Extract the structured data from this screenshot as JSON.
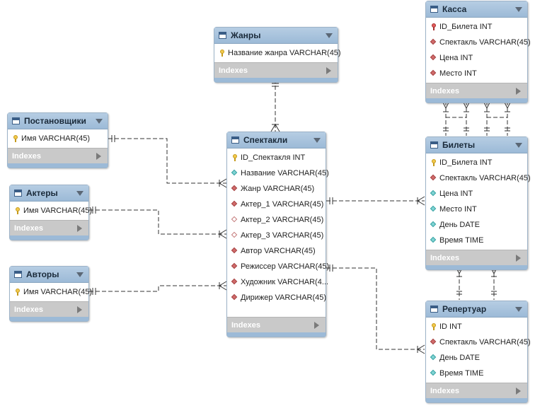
{
  "tables": {
    "zhanry": {
      "title": "Жанры",
      "columns": [
        {
          "icon": "key-icon",
          "text": "Название жанра VARCHAR(45)"
        }
      ],
      "footer": "Indexes"
    },
    "postanovshchiki": {
      "title": "Постановщики",
      "columns": [
        {
          "icon": "key-icon",
          "text": "Имя VARCHAR(45)"
        }
      ],
      "footer": "Indexes"
    },
    "aktery": {
      "title": "Актеры",
      "columns": [
        {
          "icon": "key-icon",
          "text": "Имя VARCHAR(45)"
        }
      ],
      "footer": "Indexes"
    },
    "avtory": {
      "title": "Авторы",
      "columns": [
        {
          "icon": "key-icon",
          "text": "Имя VARCHAR(45)"
        }
      ],
      "footer": "Indexes"
    },
    "spektakli": {
      "title": "Спектакли",
      "columns": [
        {
          "icon": "key-icon",
          "text": "ID_Спектакля INT"
        },
        {
          "icon": "column-icon",
          "text": "Название VARCHAR(45)"
        },
        {
          "icon": "foreign-key-icon",
          "text": "Жанр VARCHAR(45)"
        },
        {
          "icon": "foreign-key-icon",
          "text": "Актер_1 VARCHAR(45)"
        },
        {
          "icon": "nullable-foreign-key-icon",
          "text": "Актер_2 VARCHAR(45)"
        },
        {
          "icon": "nullable-foreign-key-icon",
          "text": "Актер_3 VARCHAR(45)"
        },
        {
          "icon": "foreign-key-icon",
          "text": "Автор VARCHAR(45)"
        },
        {
          "icon": "foreign-key-icon",
          "text": "Режиссер VARCHAR(45)"
        },
        {
          "icon": "foreign-key-icon",
          "text": "Художник VARCHAR(4..."
        },
        {
          "icon": "foreign-key-icon",
          "text": "Дирижер VARCHAR(45)"
        }
      ],
      "footer": "Indexes"
    },
    "kassa": {
      "title": "Касса",
      "columns": [
        {
          "icon": "primary-foreign-key-icon",
          "text": "ID_Билета INT"
        },
        {
          "icon": "foreign-key-icon",
          "text": "Спектакль VARCHAR(45)"
        },
        {
          "icon": "foreign-key-icon",
          "text": "Цена INT"
        },
        {
          "icon": "foreign-key-icon",
          "text": "Место INT"
        }
      ],
      "footer": "Indexes"
    },
    "bilety": {
      "title": "Билеты",
      "columns": [
        {
          "icon": "key-icon",
          "text": "ID_Билета INT"
        },
        {
          "icon": "foreign-key-icon",
          "text": "Спектакль VARCHAR(45)"
        },
        {
          "icon": "column-icon",
          "text": "Цена INT"
        },
        {
          "icon": "column-icon",
          "text": "Место INT"
        },
        {
          "icon": "column-icon",
          "text": "День DATE"
        },
        {
          "icon": "column-icon",
          "text": "Время TIME"
        }
      ],
      "footer": "Indexes"
    },
    "repertuar": {
      "title": "Репертуар",
      "columns": [
        {
          "icon": "key-icon",
          "text": "ID INT"
        },
        {
          "icon": "foreign-key-icon",
          "text": "Спектакль VARCHAR(45)"
        },
        {
          "icon": "column-icon",
          "text": "День DATE"
        },
        {
          "icon": "column-icon",
          "text": "Время TIME"
        }
      ],
      "footer": "Indexes"
    }
  },
  "colors": {
    "header": "#9cbad7",
    "footer": "#c9c9c9",
    "connector": "#333333"
  }
}
